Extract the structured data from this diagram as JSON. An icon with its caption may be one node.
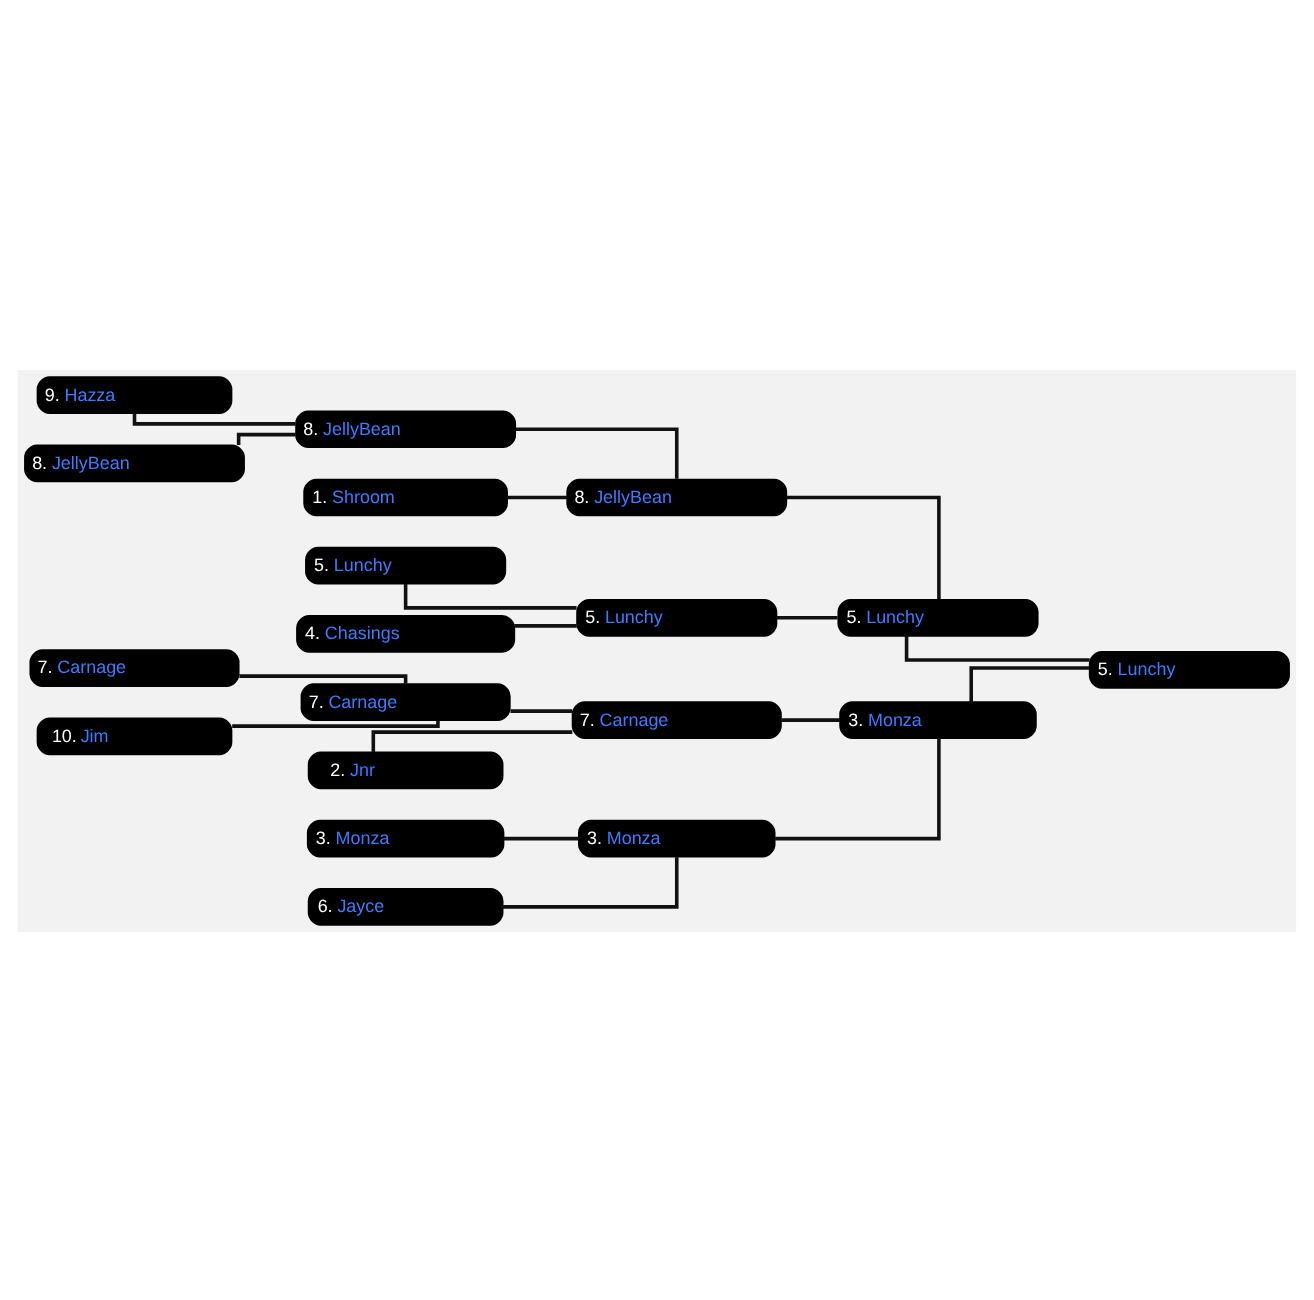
{
  "diagram": {
    "nodes": [
      {
        "text": [
          "9.",
          "Hazza"
        ]
      },
      {
        "text": [
          "8.",
          "JellyBean"
        ]
      },
      {
        "text": [
          "7.",
          "Carnage"
        ]
      },
      {
        "text": [
          "10.",
          "Jim"
        ]
      },
      {
        "text": [
          "1.",
          "Shroom"
        ]
      },
      {
        "text": [
          "8.",
          "JellyBean"
        ]
      },
      {
        "text": [
          "5.",
          "Lunchy"
        ]
      },
      {
        "text": [
          "4.",
          "Chasings"
        ]
      },
      {
        "text": [
          "3.",
          "Monza"
        ]
      },
      {
        "text": [
          "6.",
          "Jayce"
        ]
      },
      {
        "text": [
          "7.",
          "Carnage"
        ]
      },
      {
        "text": [
          "2.",
          "Jnr"
        ]
      },
      {
        "text": [
          "8.",
          "JellyBean"
        ]
      },
      {
        "text": [
          "5.",
          "Lunchy"
        ]
      },
      {
        "text": [
          "3.",
          "Monza"
        ]
      },
      {
        "text": [
          "7.",
          "Carnage"
        ]
      },
      {
        "text": [
          "5.",
          "Lunchy"
        ]
      },
      {
        "text": [
          "3.",
          "Monza"
        ]
      },
      {
        "text": [
          "5.",
          "Lunchy"
        ]
      }
    ],
    "edges": [
      {
        "from": 0,
        "to": 5,
        "arrow": "none"
      },
      {
        "from": 1,
        "to": 5,
        "arrow": "none"
      },
      {
        "from": 2,
        "to": 10,
        "arrow": "none"
      },
      {
        "from": 3,
        "to": 10,
        "arrow": "none"
      },
      {
        "from": 4,
        "to": 12,
        "arrow": "none"
      },
      {
        "from": 5,
        "to": 12,
        "arrow": "none"
      },
      {
        "from": 6,
        "to": 13,
        "arrow": "none"
      },
      {
        "from": 7,
        "to": 13,
        "arrow": "none"
      },
      {
        "from": 8,
        "to": 14,
        "arrow": "none"
      },
      {
        "from": 9,
        "to": 14,
        "arrow": "none"
      },
      {
        "from": 10,
        "to": 15,
        "arrow": "none"
      },
      {
        "from": 11,
        "to": 15,
        "arrow": "none"
      },
      {
        "from": 12,
        "to": 16,
        "arrow": "none"
      },
      {
        "from": 13,
        "to": 16,
        "arrow": "none"
      },
      {
        "from": 14,
        "to": 17,
        "arrow": "none"
      },
      {
        "from": 15,
        "to": 17,
        "arrow": "none"
      },
      {
        "from": 16,
        "to": 18,
        "arrow": "none"
      },
      {
        "from": 17,
        "to": 18,
        "arrow": "none"
      }
    ]
  }
}
